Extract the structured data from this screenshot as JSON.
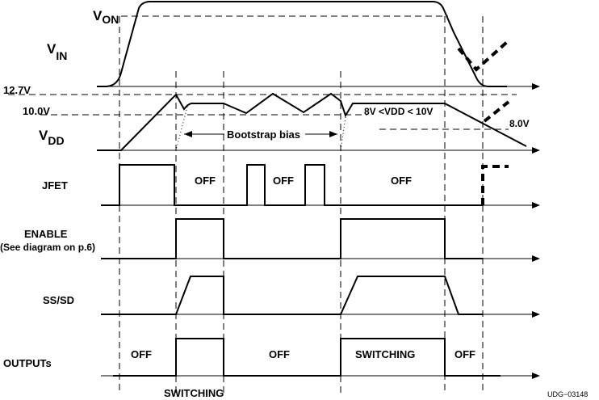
{
  "labels": {
    "von_main": "V",
    "von_sub": "ON",
    "vin_main": "V",
    "vin_sub": "IN",
    "v127": "12.7V",
    "v100": "10.0V",
    "vdd_main": "V",
    "vdd_sub": "DD",
    "bootstrap": "Bootstrap bias",
    "vdd_range": "8V <VDD < 10V",
    "v80": "8.0V",
    "jfet": "JFET",
    "jfet_off1": "OFF",
    "jfet_off2": "OFF",
    "jfet_off3": "OFF",
    "enable": "ENABLE",
    "enable_note": "(See diagram on p.6)",
    "sssd": "SS/SD",
    "outputs": "OUTPUTs",
    "out_off1": "OFF",
    "out_off2": "OFF",
    "out_switching": "SWITCHING",
    "out_off3": "OFF",
    "switching_bottom": "SWITCHING",
    "code": "UDG−03148"
  }
}
